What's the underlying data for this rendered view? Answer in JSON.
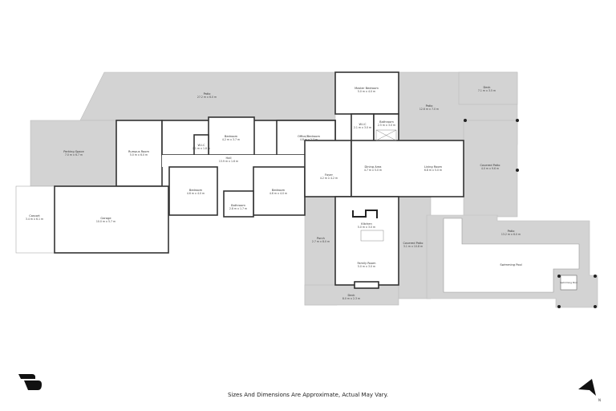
{
  "rooms": {
    "patio_top": {
      "name": "Patio",
      "size": "27.2 m x 6.0 m"
    },
    "master_bedroom": {
      "name": "Master Bedroom",
      "size": "5.0 m x 4.0 m"
    },
    "deck_top": {
      "name": "Deck",
      "size": "7.1 m x 3.5 m"
    },
    "patio_right": {
      "name": "Patio",
      "size": "12.6 m x 7.0 m"
    },
    "ensuite": {
      "name": "Bathroom",
      "size": "2.5 m x 3.0 m"
    },
    "wic_master": {
      "name": "W.I.C",
      "size": "2.1 m x 3.0 m"
    },
    "parking": {
      "name": "Parking Space",
      "size": "7.0 m x 6.7 m"
    },
    "rumpus": {
      "name": "Rumpus Room",
      "size": "5.0 m x 6.0 m"
    },
    "bedroom_1": {
      "name": "Bedroom",
      "size": "4.2 m x 3.7 m"
    },
    "wic_1": {
      "name": "W.I.C",
      "size": "2.1 m x 1.8 m"
    },
    "office": {
      "name": "Office/Bedroom",
      "size": "4.8 m x 2.3 m"
    },
    "hall": {
      "name": "Hall",
      "size": "13.9 m x 1.6 m"
    },
    "foyer": {
      "name": "Foyer",
      "size": "4.2 m x 4.2 m"
    },
    "dining": {
      "name": "Dining Area",
      "size": "4.7 m x 5.0 m"
    },
    "living": {
      "name": "Living Room",
      "size": "6.8 m x 5.0 m"
    },
    "covered_patio_right": {
      "name": "Covered Patio",
      "size": "4.0 m x 9.6 m"
    },
    "carport": {
      "name": "Carport",
      "size": "3.4 m x 6.1 m"
    },
    "garage": {
      "name": "Garage",
      "size": "10.0 m x 5.7 m"
    },
    "bedroom_2": {
      "name": "Bedroom",
      "size": "4.6 m x 4.0 m"
    },
    "bathroom": {
      "name": "Bathroom",
      "size": "2.8 m x 1.7 m"
    },
    "bedroom_3": {
      "name": "Bedroom",
      "size": "4.6 m x 4.0 m"
    },
    "kitchen": {
      "name": "Kitchen",
      "size": "5.0 m x 3.0 m"
    },
    "porch": {
      "name": "Porch",
      "size": "2.7 m x 8.0 m"
    },
    "covered_patio_bottom": {
      "name": "Covered Patio",
      "size": "3.1 m x 10.8 m"
    },
    "family": {
      "name": "Family Room",
      "size": "5.0 m x 3.0 m"
    },
    "deck_bottom": {
      "name": "Deck",
      "size": "8.0 m x 2.3 m"
    },
    "patio_pool": {
      "name": "Patio",
      "size": "13.2 m x 6.0 m"
    },
    "pool": {
      "name": "Swimming Pool"
    },
    "spa": {
      "name": "Swimming Pool"
    }
  },
  "footer": {
    "disclaimer": "Sizes And Dimensions Are Approximate, Actual May Vary."
  },
  "logo": {
    "icon": "brand-logo-icon"
  },
  "compass": {
    "icon": "north-arrow-icon",
    "label": "N"
  },
  "colors": {
    "outdoor": "#d3d3d3",
    "indoor": "#ffffff",
    "wall": "#222222"
  }
}
